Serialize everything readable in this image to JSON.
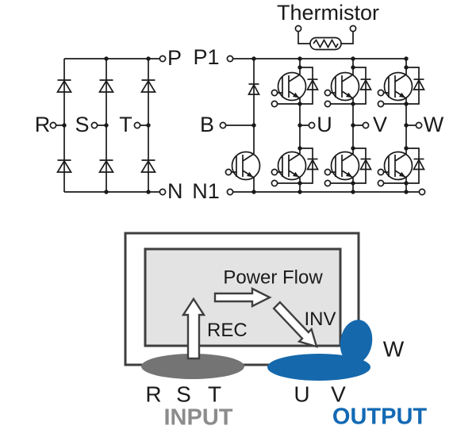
{
  "colors": {
    "ink": "#1a1a1a",
    "box_stroke": "#3f3f3f",
    "panel_fill": "#e3e3e3",
    "input_gray": "#747474",
    "input_text_gray": "#8c8c8c",
    "output_blue": "#1568ac",
    "output_text_blue": "#1269b4"
  },
  "rectifier": {
    "terminals": {
      "p": "P",
      "n": "N",
      "r": "R",
      "s": "S",
      "t": "T"
    }
  },
  "inverter": {
    "thermistor_label": "Thermistor",
    "terminals": {
      "p1": "P1",
      "b": "B",
      "n1": "N1",
      "u": "U",
      "v": "V",
      "w": "W"
    }
  },
  "block_diagram": {
    "power_flow_label": "Power Flow",
    "rec_label": "REC",
    "inv_label": "INV",
    "input_caption": "INPUT",
    "output_caption": "OUTPUT",
    "input_phases": [
      "R",
      "S",
      "T"
    ],
    "output_phases": [
      "U",
      "V",
      "W"
    ]
  }
}
